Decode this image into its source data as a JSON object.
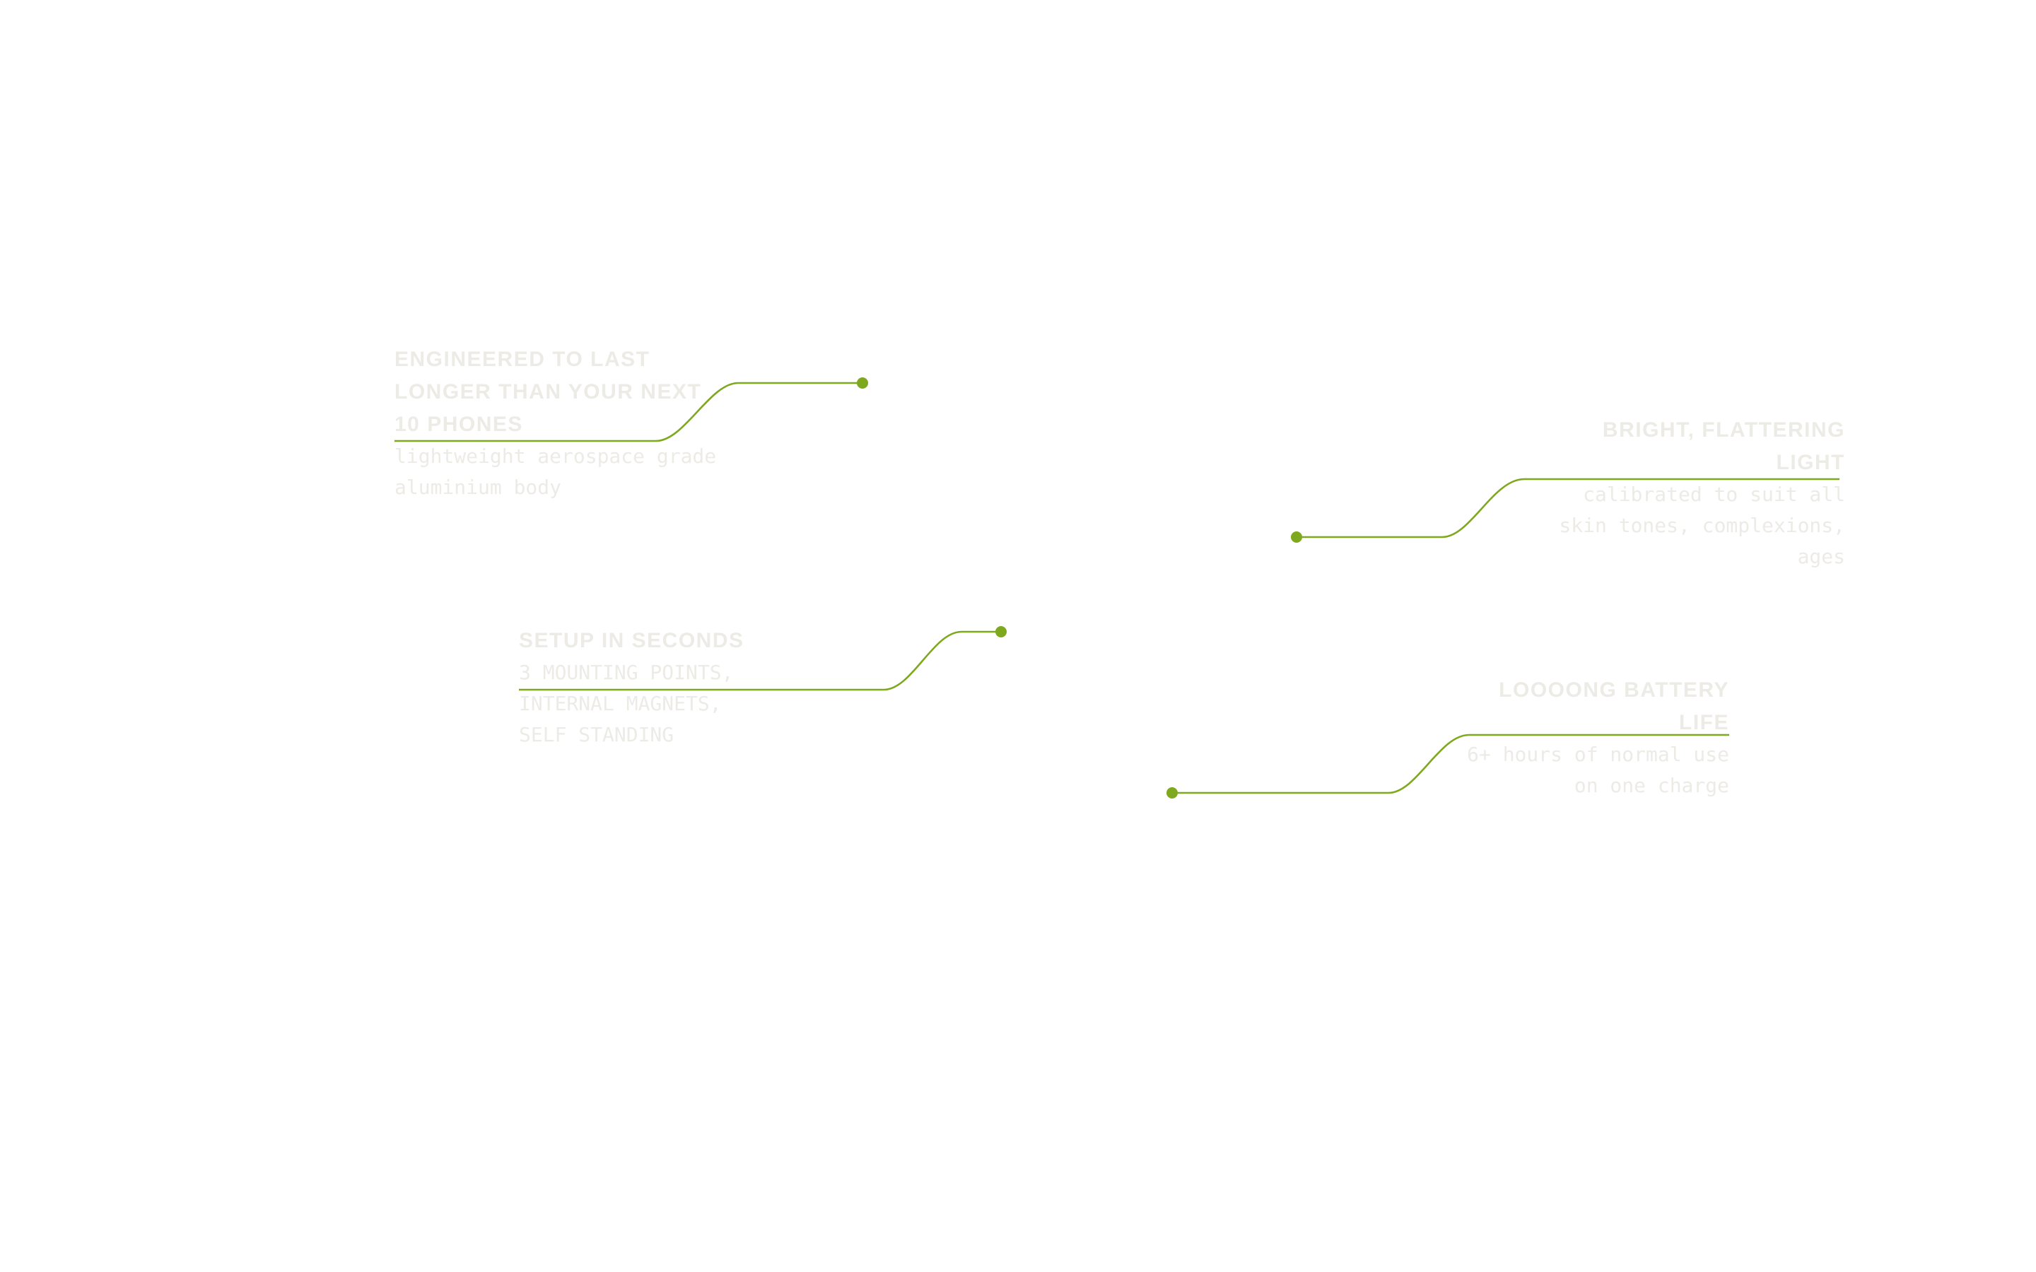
{
  "theme": {
    "accent": "#7ea81e",
    "text": "#ecebe6",
    "background": "#ffffff"
  },
  "features": [
    {
      "title": "ENGINEERED TO LAST LONGER THAN YOUR NEXT 10 PHONES",
      "description": "lightweight aerospace grade\naluminium body"
    },
    {
      "title": "BRIGHT, FLATTERING LIGHT",
      "description": "calibrated to suit all\nskin tones, complexions,\nages"
    },
    {
      "title": "SETUP IN SECONDS",
      "description": "3 MOUNTING POINTS,\nINTERNAL MAGNETS,\nSELF STANDING"
    },
    {
      "title": "LOOOONG BATTERY LIFE",
      "description": "6+ hours of normal use\non one charge"
    }
  ]
}
